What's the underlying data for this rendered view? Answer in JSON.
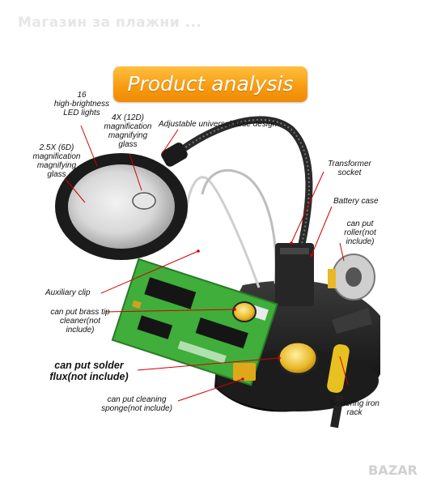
{
  "watermark": "Магазин за плажни ...",
  "banner_title": "Product analysis",
  "labels": {
    "led": "16\nhigh-brightness\nLED lights",
    "mag4x": "4X (12D)\nmagnification\nmagnifying\nglass",
    "hose": "Adjustable universal hose design",
    "mag25x": "2.5X (6D)\nmagnification\nmagnifying\nglass",
    "transformer": "Transformer\nsocket",
    "battery": "Battery case",
    "roller": "can put\nroller(not\ninclude)",
    "aux_clip": "Auxiliary clip",
    "brass_tip": "can put brass tip\ncleaner(not\ninclude)",
    "solder_flux": "can put solder\nflux(not include)",
    "sponge": "can put cleaning\nsponge(not include)",
    "iron_rack": "Soldering iron\nrack"
  },
  "brand": "BAZAR",
  "colors": {
    "banner_orange": "#f79a10",
    "pcb_green": "#3fae3a",
    "base_black": "#1a1a1a",
    "gold": "#e0b020"
  }
}
